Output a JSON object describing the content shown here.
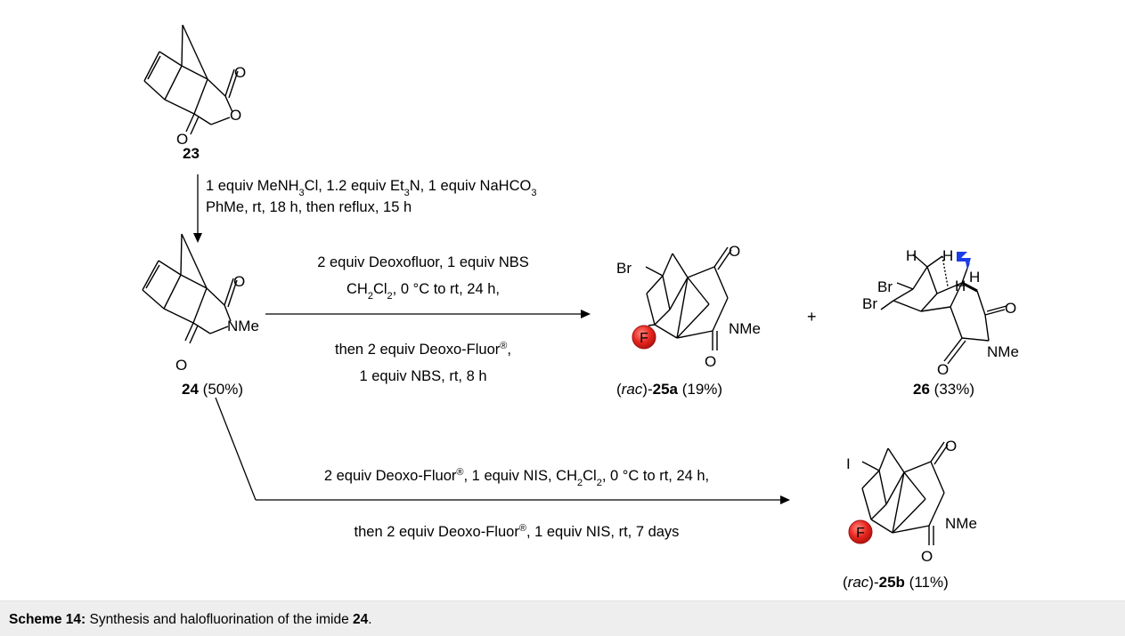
{
  "compounds": {
    "c23": {
      "label": "23"
    },
    "c24": {
      "label": "24",
      "yield": "(50%)",
      "nme": "NMe"
    },
    "c25a": {
      "prefix": "rac",
      "label": "25a",
      "yield": "(19%)",
      "nme": "NMe",
      "halogen": "Br"
    },
    "c26": {
      "label": "26",
      "yield": "(33%)",
      "nme": "NMe",
      "br1": "Br",
      "br2": "Br"
    },
    "c25b": {
      "prefix": "rac",
      "label": "25b",
      "yield": "(11%)",
      "nme": "NMe",
      "halogen": "I"
    }
  },
  "atoms": {
    "oxygen": "O",
    "fluorine": "F",
    "hydrogen": "H"
  },
  "conditions": {
    "step1_line1": [
      "1 equiv MeNH",
      "3",
      "Cl, 1.2 equiv Et",
      "3",
      "N, 1 equiv NaHCO",
      "3"
    ],
    "step1_line2": "PhMe, rt, 18 h, then reflux, 15 h",
    "step2_line1": "2 equiv Deoxofluor, 1 equiv NBS",
    "step2_line2": [
      "CH",
      "2",
      "Cl",
      "2",
      ", 0 °C to rt, 24 h,"
    ],
    "step2_line3": [
      "then 2 equiv Deoxo-Fluor",
      "®",
      ","
    ],
    "step2_line4": "1 equiv NBS, rt, 8 h",
    "step3_line1": [
      "2 equiv Deoxo-Fluor",
      "®",
      ", 1 equiv NIS, CH",
      "2",
      "Cl",
      "2",
      ", 0 °C to rt, 24 h,"
    ],
    "step3_line2": [
      "then 2 equiv Deoxo-Fluor",
      "®",
      ", 1 equiv NIS, rt, 7 days"
    ]
  },
  "plus_sign": "+",
  "caption": {
    "prefix": "Scheme 14:",
    "text": " Synthesis and halofluorination of the imide ",
    "compound": "24",
    "end": "."
  },
  "colors": {
    "fluorine_marker": "#e8241e",
    "arrow_marker": "#1a3de8",
    "caption_background": "#eeeeee"
  }
}
